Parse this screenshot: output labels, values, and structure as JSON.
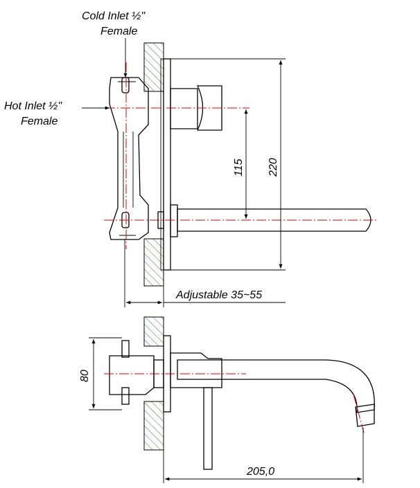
{
  "labels": {
    "cold_inlet_line1": "Cold Inlet ½\"",
    "cold_inlet_line2": "Female",
    "hot_inlet_line1": "Hot Inlet ½\"",
    "hot_inlet_line2": "Female",
    "adjustable": "Adjustable 35~55"
  },
  "dimensions": {
    "spacing_115": "115",
    "height_220": "220",
    "depth_80": "80",
    "length_205": "205,0"
  },
  "colors": {
    "centerline": "#e00000",
    "hatch": "#3a7a3a",
    "outline": "#000000"
  }
}
